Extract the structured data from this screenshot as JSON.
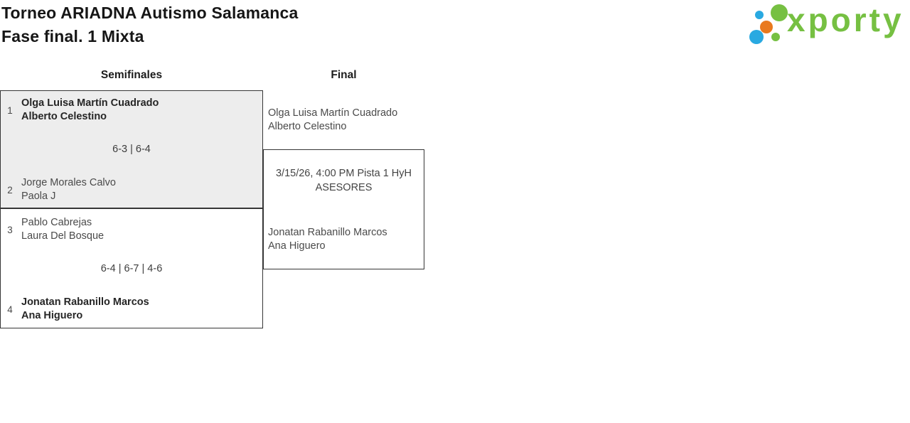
{
  "page": {
    "title_line1": "Torneo ARIADNA Autismo Salamanca",
    "title_line2": "Fase final. 1 Mixta"
  },
  "logo": {
    "wordmark": "xporty",
    "colors": {
      "green": "#76C042",
      "blue": "#29A9E1",
      "orange": "#E9791E"
    }
  },
  "rounds": {
    "semifinals_label": "Semifinales",
    "final_label": "Final"
  },
  "semifinals": [
    {
      "score": "6-3 | 6-4",
      "teams": [
        {
          "seed": "1",
          "players": [
            "Olga Luisa Martín Cuadrado",
            "Alberto Celestino"
          ],
          "winner": true
        },
        {
          "seed": "2",
          "players": [
            "Jorge Morales Calvo",
            "Paola J"
          ],
          "winner": false
        }
      ]
    },
    {
      "score": "6-4 | 6-7 | 4-6",
      "teams": [
        {
          "seed": "3",
          "players": [
            "Pablo Cabrejas",
            "Laura Del Bosque"
          ],
          "winner": false
        },
        {
          "seed": "4",
          "players": [
            "Jonatan Rabanillo Marcos",
            "Ana Higuero"
          ],
          "winner": true
        }
      ]
    }
  ],
  "final_match": {
    "team_top": [
      "Olga Luisa Martín Cuadrado",
      "Alberto Celestino"
    ],
    "schedule_line1": "3/15/26, 4:00 PM Pista 1 HyH",
    "schedule_line2": "ASESORES",
    "team_bottom": [
      "Jonatan Rabanillo Marcos",
      "Ana Higuero"
    ]
  },
  "colors": {
    "box_highlight_bg": "#ededed",
    "box_border": "#363636",
    "winner_text": "#262626",
    "regular_text": "#4a4a4a"
  }
}
